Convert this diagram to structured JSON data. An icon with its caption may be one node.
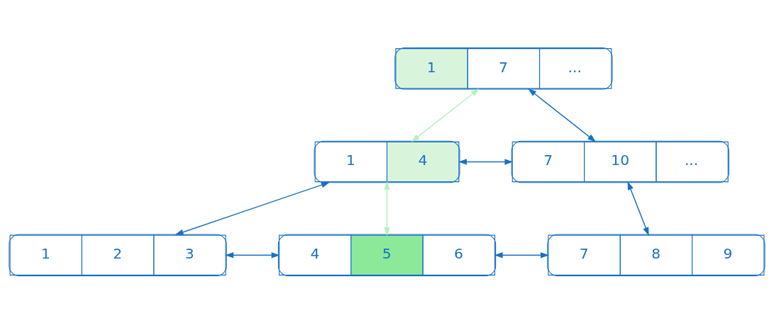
{
  "diagram": {
    "nodes": [
      {
        "text": [
          "1",
          "7",
          "..."
        ]
      },
      {
        "text": [
          "1",
          "4"
        ]
      },
      {
        "text": [
          "7",
          "10",
          "..."
        ]
      },
      {
        "text": [
          "1",
          "2",
          "3"
        ]
      },
      {
        "text": [
          "4",
          "5",
          "6"
        ]
      },
      {
        "text": [
          "7",
          "8",
          "9"
        ]
      }
    ],
    "edges": [
      {
        "from": 0,
        "to": 1,
        "arrow": "both",
        "color": "#b2f2bb"
      },
      {
        "from": 0,
        "to": 2,
        "arrow": "both"
      },
      {
        "from": 1,
        "to": 2,
        "arrow": "both"
      },
      {
        "from": 1,
        "to": 3,
        "arrow": "both"
      },
      {
        "from": 1,
        "to": 4,
        "arrow": "both",
        "color": "#b2f2bb"
      },
      {
        "from": 2,
        "to": 5,
        "arrow": "both"
      },
      {
        "from": 3,
        "to": 4,
        "arrow": "both"
      },
      {
        "from": 4,
        "to": 5,
        "arrow": "both"
      }
    ]
  }
}
